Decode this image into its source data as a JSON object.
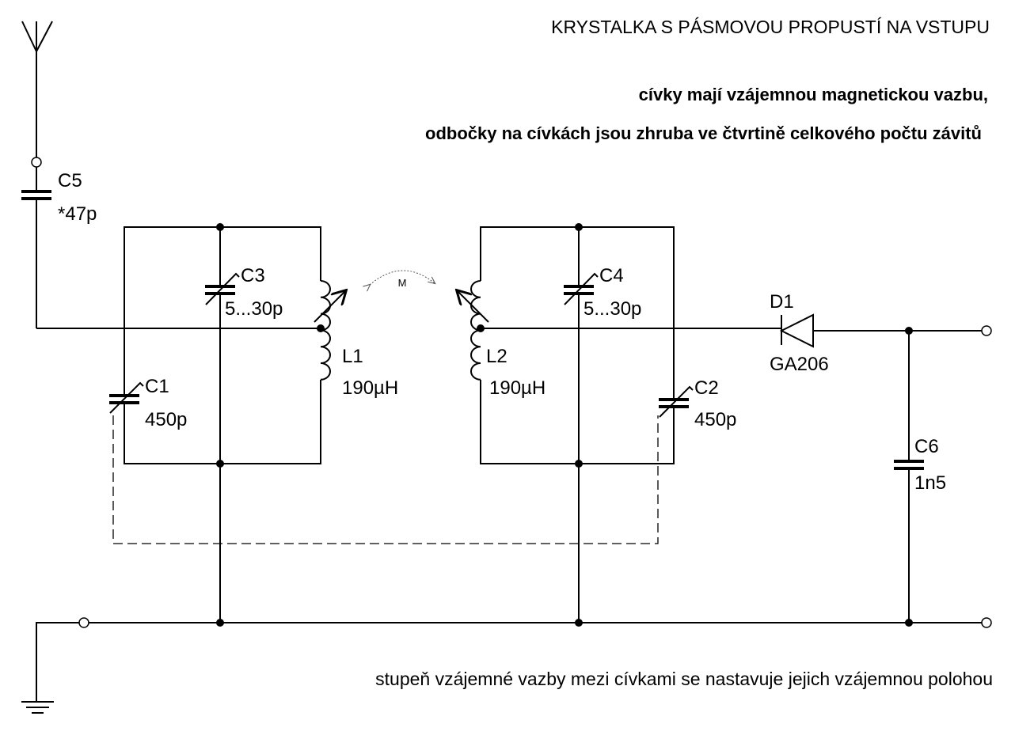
{
  "title": "KRYSTALKA  S  PÁSMOVOU  PROPUSTÍ  NA VSTUPU",
  "notes": [
    "cívky mají vzájemnou magnetickou vazbu,",
    "odbočky na cívkách jsou zhruba ve čtvrtině celkového počtu závitů"
  ],
  "footer": "stupeň vzájemné vazby mezi cívkami se nastavuje jejich vzájemnou polohou",
  "mutual_label": "M",
  "components": {
    "C5": {
      "name": "C5",
      "value": "*47p"
    },
    "C3": {
      "name": "C3",
      "value": "5...30p"
    },
    "C1": {
      "name": "C1",
      "value": "450p"
    },
    "L1": {
      "name": "L1",
      "value": "190µH"
    },
    "L2": {
      "name": "L2",
      "value": "190µH"
    },
    "C4": {
      "name": "C4",
      "value": "5...30p"
    },
    "C2": {
      "name": "C2",
      "value": "450p"
    },
    "D1": {
      "name": "D1",
      "value": "GA206"
    },
    "C6": {
      "name": "C6",
      "value": "1n5"
    }
  }
}
